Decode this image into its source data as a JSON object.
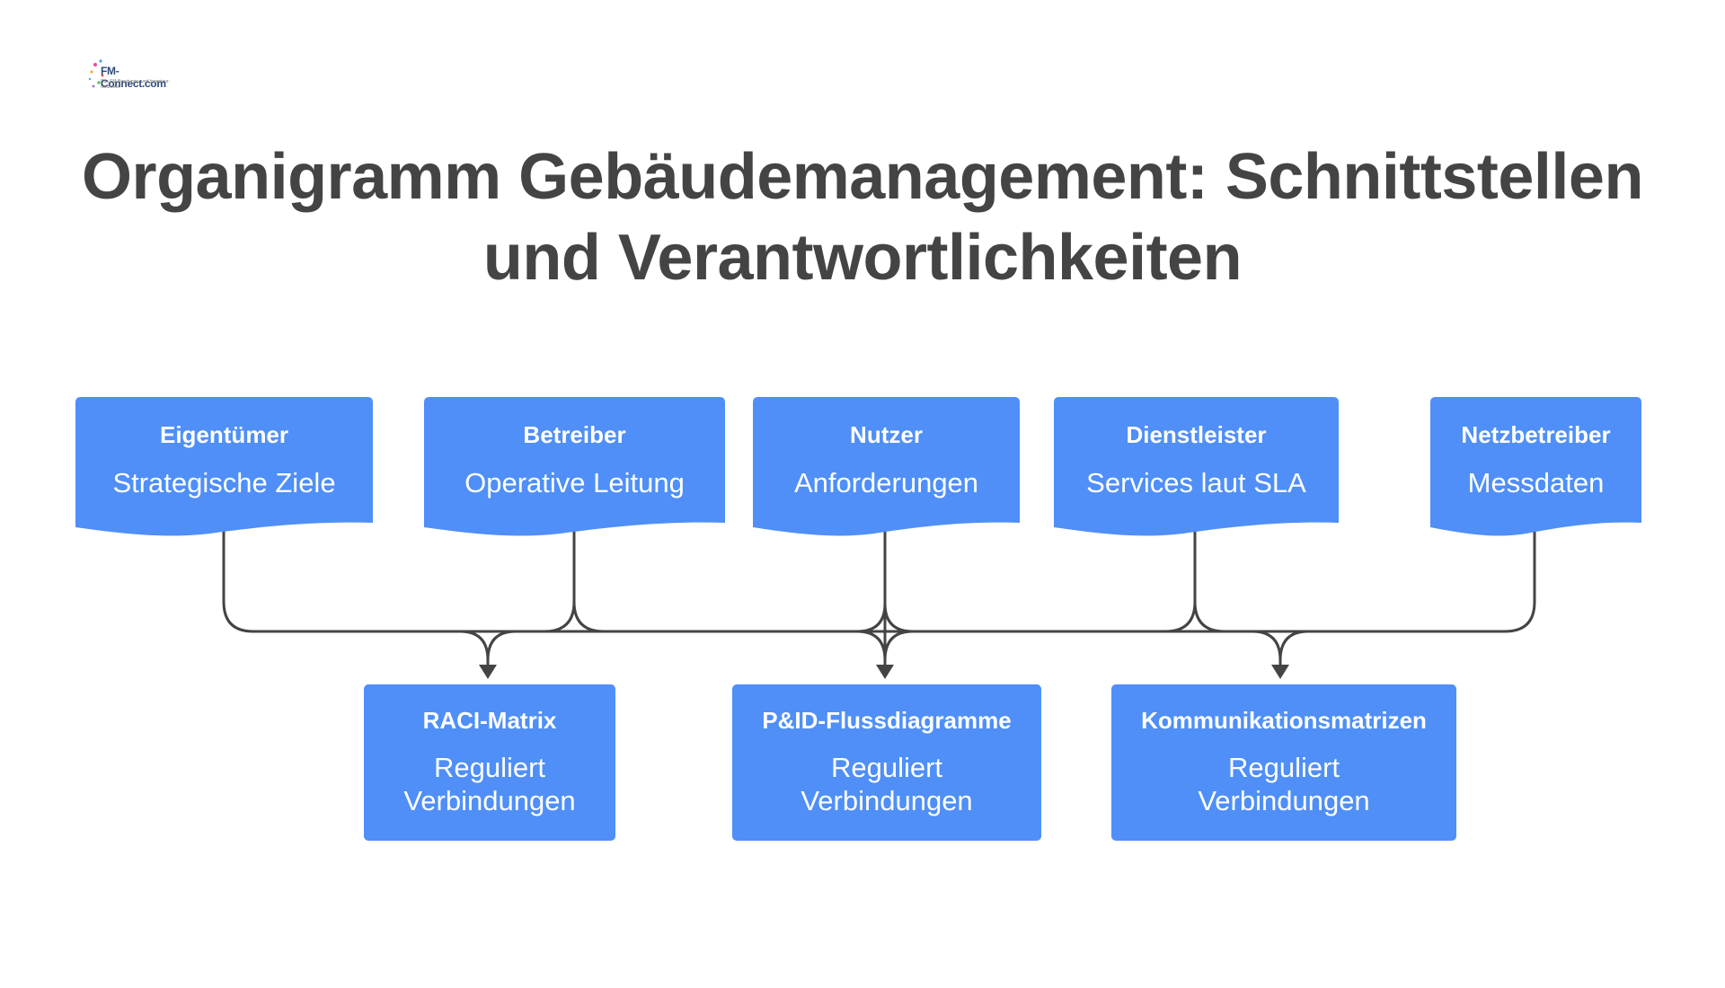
{
  "logo": {
    "brand": "FM-Connect.com",
    "tagline": "Das FM-Beratungs- und Ingenieur-Netzwerk"
  },
  "title": {
    "line1": "Organigramm Gebäudemanagement: Schnittstellen",
    "line2": "und Verantwortlichkeiten"
  },
  "colors": {
    "box": "#4f8ff7",
    "line": "#444444",
    "title": "#444444"
  },
  "stakeholders": [
    {
      "name": "Eigentümer",
      "role": "Strategische Ziele"
    },
    {
      "name": "Betreiber",
      "role": "Operative Leitung"
    },
    {
      "name": "Nutzer",
      "role": "Anforderungen"
    },
    {
      "name": "Dienstleister",
      "role": "Services laut SLA"
    },
    {
      "name": "Netzbetreiber",
      "role": "Messdaten"
    }
  ],
  "instruments": [
    {
      "name": "RACI-Matrix",
      "desc": "Reguliert Verbindungen"
    },
    {
      "name": "P&ID-Flussdiagramme",
      "desc": "Reguliert Verbindungen"
    },
    {
      "name": "Kommunikationsmatrizen",
      "desc": "Reguliert Verbindungen"
    }
  ]
}
